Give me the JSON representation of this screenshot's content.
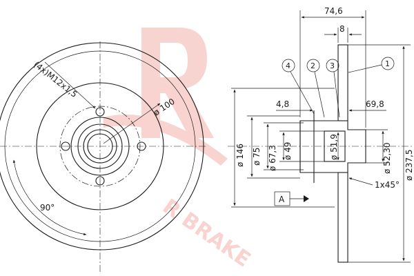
{
  "front_view": {
    "thread_label": "(4x)M12x1,5",
    "pcd_label": "ø 100",
    "angle_label": "90°"
  },
  "section_view": {
    "dim_width": "74,6",
    "dim_thickness": "8",
    "dim_offset": "4,8",
    "dim_height": "69,8",
    "dim_d146": "ø 146",
    "dim_d75": "ø 75",
    "dim_d67": "ø 67,3",
    "dim_d49": "ø 49",
    "dim_d51": "ø 51,9",
    "dim_d52": "ø 52,30",
    "dim_d237": "ø 237,5",
    "chamfer": "1x45°",
    "datum": "A",
    "callouts": [
      "4",
      "2",
      "3",
      "1"
    ]
  },
  "watermark": {
    "logo_text": "R BRAKE",
    "brand_color": "#e03a2a"
  }
}
